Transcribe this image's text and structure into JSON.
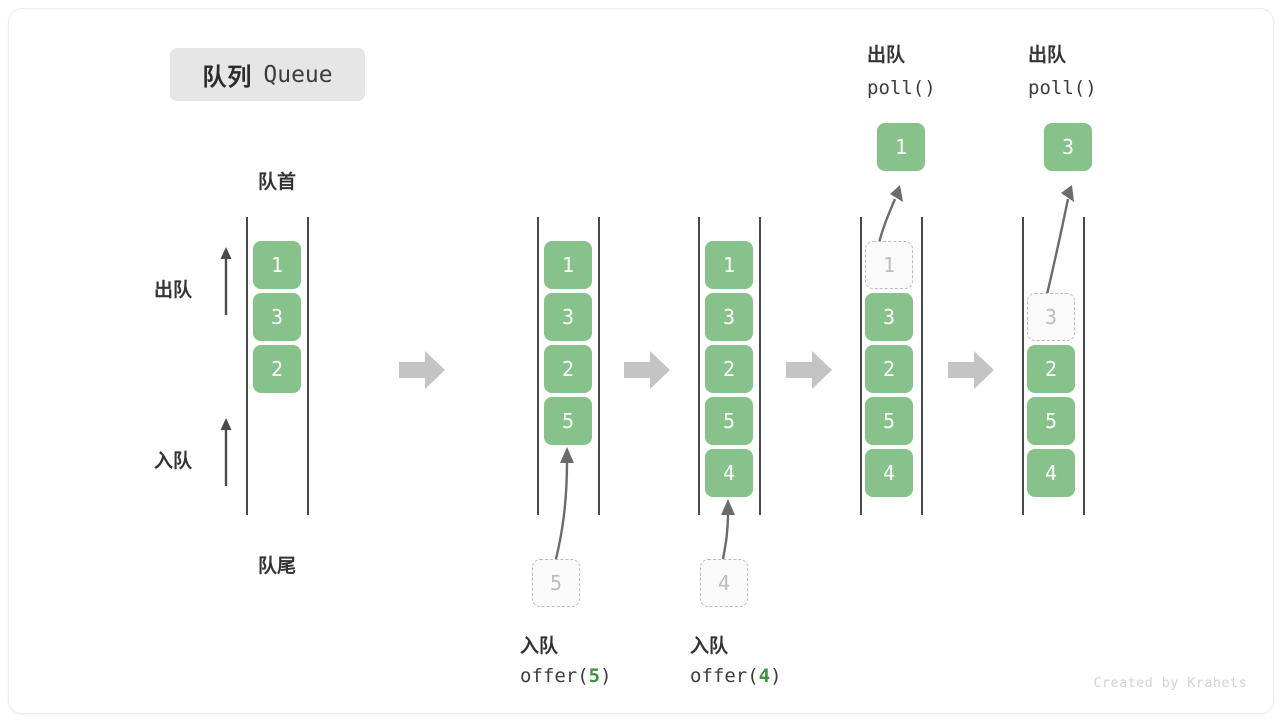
{
  "card": {
    "title": {
      "cn": "队列",
      "en": "Queue"
    },
    "credit": "Created by Krahets"
  },
  "labels": {
    "head": "队首",
    "tail": "队尾",
    "dequeue": "出队",
    "enqueue": "入队",
    "poll_call": "poll()",
    "offer5_call_prefix": "offer(",
    "offer5_call_num": "5",
    "offer5_call_suffix": ")",
    "offer4_call_prefix": "offer(",
    "offer4_call_num": "4",
    "offer4_call_suffix": ")"
  },
  "colors": {
    "element_green": "#86c28a",
    "ghost_fill": "#fafafa",
    "ghost_border": "#bbbbbb",
    "rail": "#4a4a4a",
    "flow_arrow": "#c4c4c4",
    "badge_bg": "#e6e6e6",
    "accent_number": "#3f9142",
    "credit": "#d2d2d2"
  },
  "stages": [
    {
      "id": "stage-initial",
      "items": [
        "1",
        "3",
        "2"
      ],
      "ghost_index": null,
      "op": null,
      "popped": null
    },
    {
      "id": "stage-offer-5",
      "items": [
        "1",
        "3",
        "2",
        "5"
      ],
      "ghost_index": null,
      "op": {
        "cn": "入队",
        "code": "offer(5)",
        "arg": "5"
      },
      "pending": "5",
      "popped": null
    },
    {
      "id": "stage-offer-4",
      "items": [
        "1",
        "3",
        "2",
        "5",
        "4"
      ],
      "ghost_index": null,
      "op": {
        "cn": "入队",
        "code": "offer(4)",
        "arg": "4"
      },
      "pending": "4",
      "popped": null
    },
    {
      "id": "stage-poll-1",
      "items": [
        "1",
        "3",
        "2",
        "5",
        "4"
      ],
      "ghost_index": 0,
      "op": {
        "cn": "出队",
        "code": "poll()"
      },
      "popped": "1"
    },
    {
      "id": "stage-poll-3",
      "items": [
        "3",
        "2",
        "5",
        "4"
      ],
      "ghost_index": 0,
      "op": {
        "cn": "出队",
        "code": "poll()"
      },
      "popped": "3"
    }
  ],
  "cells": {
    "c1_1": "1",
    "c1_2": "3",
    "c1_3": "2",
    "c2_1": "1",
    "c2_2": "3",
    "c2_3": "2",
    "c2_4": "5",
    "c2_pending": "5",
    "c3_1": "1",
    "c3_2": "3",
    "c3_3": "2",
    "c3_4": "5",
    "c3_5": "4",
    "c3_pending": "4",
    "c4_ghost": "1",
    "c4_2": "3",
    "c4_3": "2",
    "c4_4": "5",
    "c4_5": "4",
    "c4_popped": "1",
    "c5_ghost": "3",
    "c5_3": "2",
    "c5_4": "5",
    "c5_5": "4",
    "c5_popped": "3"
  }
}
